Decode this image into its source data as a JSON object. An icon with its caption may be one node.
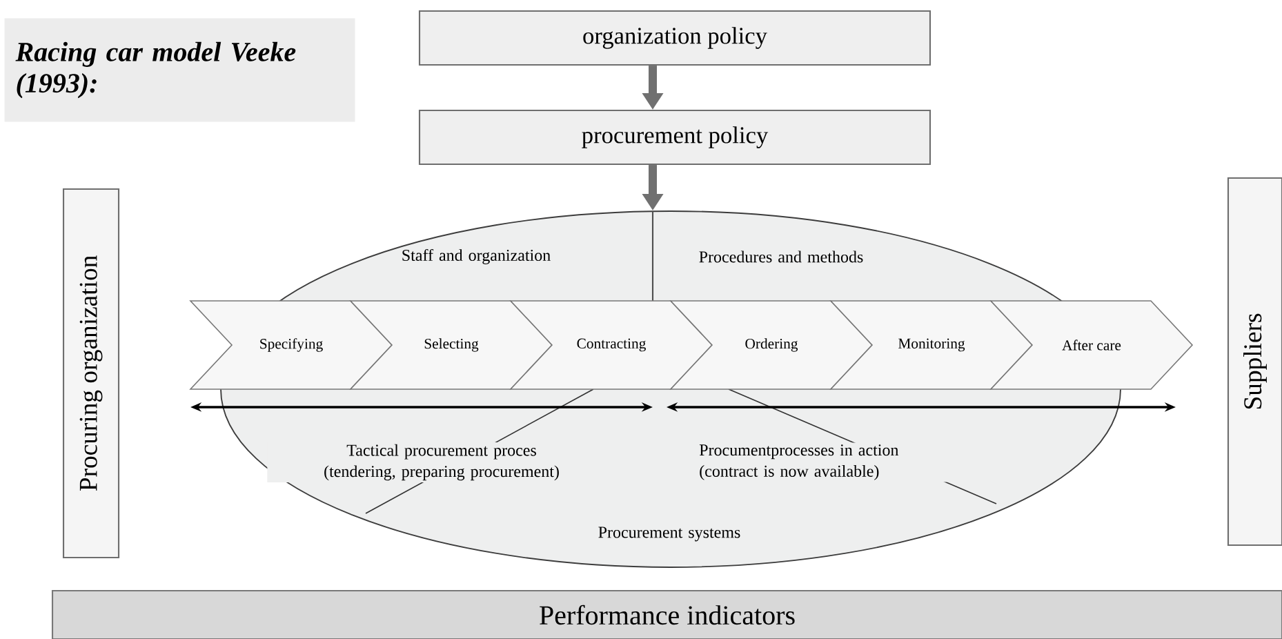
{
  "diagram": {
    "title": "Racing car model Veeke (1993):",
    "nodes": [
      {
        "text": [
          "organization policy"
        ]
      },
      {
        "text": [
          "procurement policy"
        ]
      },
      {
        "text": [
          "Staff and organization",
          "Procedures and methods",
          "Tactical procurement proces (tendering, preparing procurement)",
          "Procumentprocesses in action (contract is now available)",
          "Procurement systems"
        ]
      },
      {
        "text": [
          "Specifying"
        ]
      },
      {
        "text": [
          "Selecting"
        ],
        "in": 2
      },
      {
        "text": [
          "Contracting"
        ],
        "in": 2
      },
      {
        "text": [
          "Ordering"
        ],
        "in": 2
      },
      {
        "text": [
          "Monitoring"
        ],
        "in": 2
      },
      {
        "text": [
          "After care"
        ]
      },
      {
        "text": [
          "Procuring organization"
        ]
      },
      {
        "text": [
          "Suppliers"
        ]
      },
      {
        "text": [
          "Performance indicators"
        ]
      }
    ],
    "edges": [
      {
        "from": 0,
        "to": 1,
        "arrow": "to"
      },
      {
        "from": 1,
        "to": 2,
        "arrow": "to"
      }
    ]
  }
}
